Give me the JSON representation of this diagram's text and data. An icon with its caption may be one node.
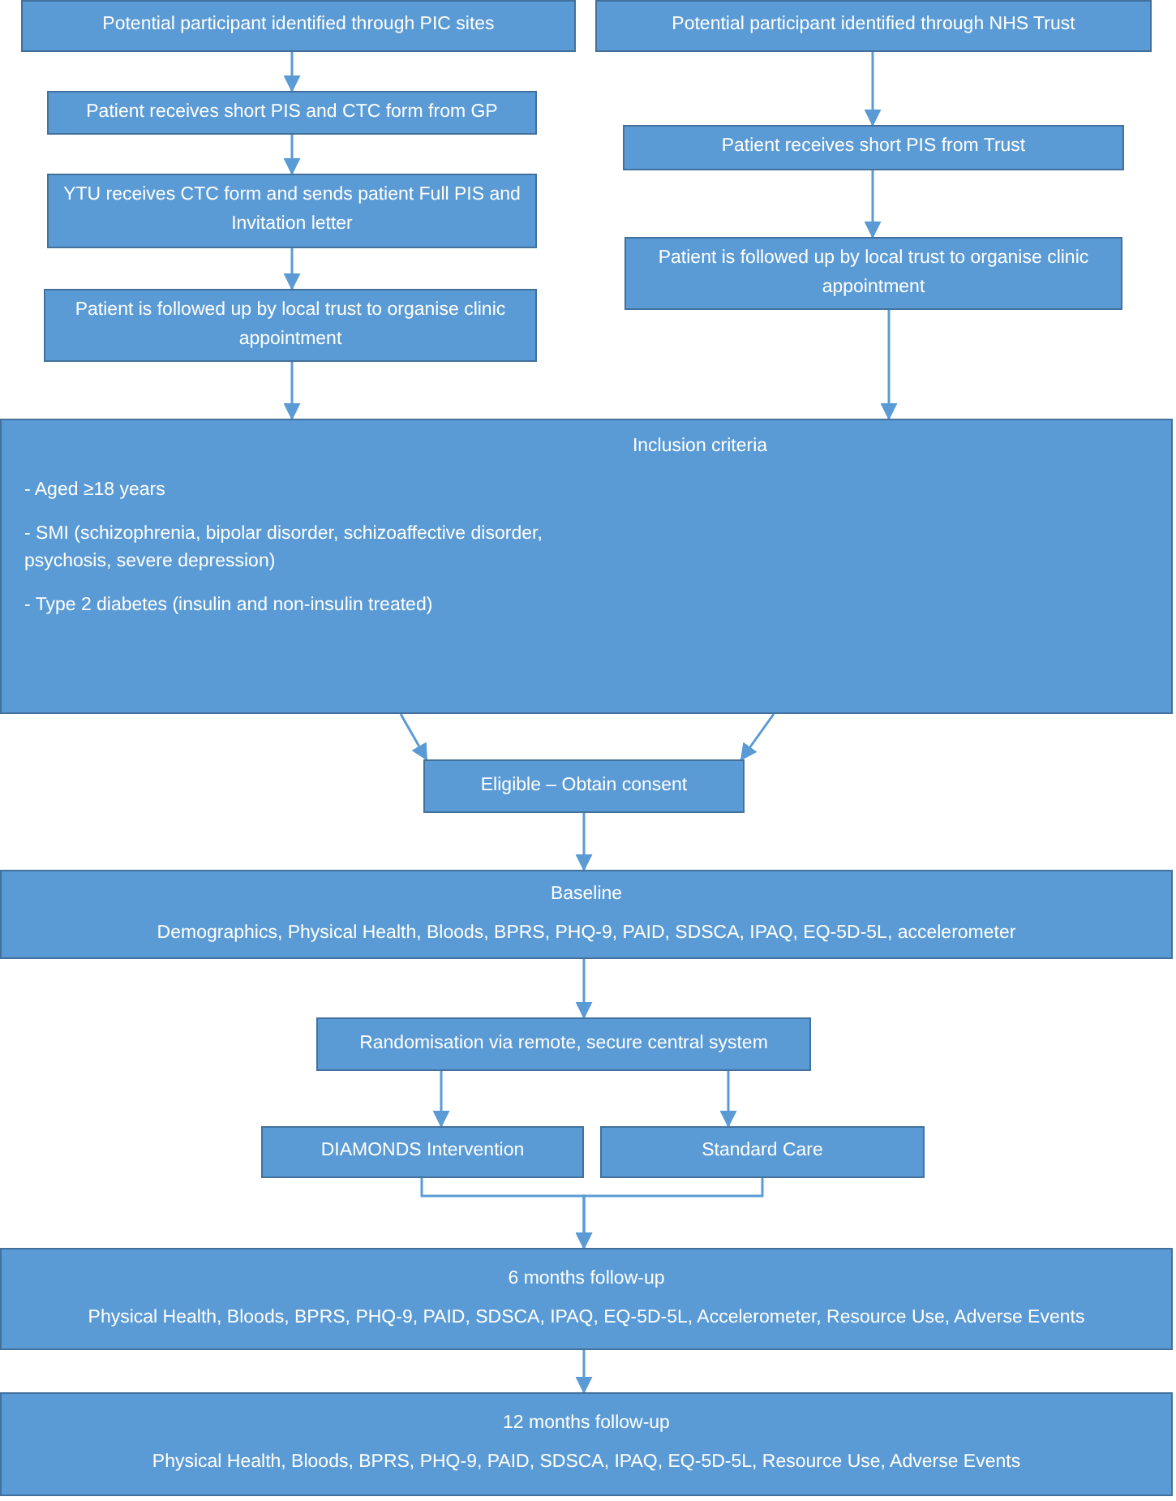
{
  "diagram": {
    "nodes": [
      {
        "text": [
          "Potential participant identified through PIC sites"
        ]
      },
      {
        "text": [
          "Potential participant identified through NHS Trust"
        ]
      },
      {
        "text": [
          "Patient receives short PIS and CTC form from GP"
        ]
      },
      {
        "text": [
          "YTU receives CTC form and sends patient Full PIS and Invitation letter"
        ]
      },
      {
        "text": [
          "Patient is followed up by local trust to organise clinic appointment"
        ]
      },
      {
        "text": [
          "Patient receives short PIS from Trust"
        ]
      },
      {
        "text": [
          "Patient is followed up by local trust to organise clinic appointment"
        ]
      },
      {
        "text": [
          "Inclusion criteria",
          "- Aged ≥18 years",
          "- SMI (schizophrenia, bipolar disorder, schizoaffective disorder, psychosis, severe depression)",
          "- Type 2 diabetes (insulin and non-insulin treated)"
        ]
      },
      {
        "text": [
          "Eligible – Obtain consent"
        ]
      },
      {
        "text": [
          "Baseline",
          "Demographics, Physical Health, Bloods, BPRS, PHQ-9, PAID, SDSCA, IPAQ, EQ-5D-5L, accelerometer"
        ]
      },
      {
        "text": [
          "Randomisation via remote, secure central system"
        ]
      },
      {
        "text": [
          "DIAMONDS Intervention"
        ]
      },
      {
        "text": [
          "Standard Care"
        ]
      },
      {
        "text": [
          "6 months follow-up",
          "Physical Health, Bloods, BPRS, PHQ-9, PAID, SDSCA, IPAQ, EQ-5D-5L, Accelerometer, Resource Use, Adverse Events"
        ]
      },
      {
        "text": [
          "12 months follow-up",
          "Physical Health, Bloods, BPRS, PHQ-9, PAID, SDSCA, IPAQ, EQ-5D-5L, Resource Use, Adverse Events"
        ]
      }
    ],
    "edges": [
      {
        "from": 0,
        "to": 2,
        "arrow": "to"
      },
      {
        "from": 2,
        "to": 3,
        "arrow": "to"
      },
      {
        "from": 3,
        "to": 4,
        "arrow": "to"
      },
      {
        "from": 1,
        "to": 5,
        "arrow": "to"
      },
      {
        "from": 5,
        "to": 6,
        "arrow": "to"
      },
      {
        "from": 4,
        "to": 7,
        "arrow": "to"
      },
      {
        "from": 6,
        "to": 7,
        "arrow": "to"
      },
      {
        "from": 7,
        "to": 8,
        "arrow": "to"
      },
      {
        "from": 7,
        "to": 8,
        "arrow": "to"
      },
      {
        "from": 8,
        "to": 9,
        "arrow": "to"
      },
      {
        "from": 9,
        "to": 10,
        "arrow": "to"
      },
      {
        "from": 10,
        "to": 11,
        "arrow": "to"
      },
      {
        "from": 10,
        "to": 12,
        "arrow": "to"
      },
      {
        "from": 11,
        "to": 13,
        "arrow": "to"
      },
      {
        "from": 12,
        "to": 13,
        "arrow": "to"
      },
      {
        "from": 13,
        "to": 14,
        "arrow": "to"
      }
    ]
  }
}
